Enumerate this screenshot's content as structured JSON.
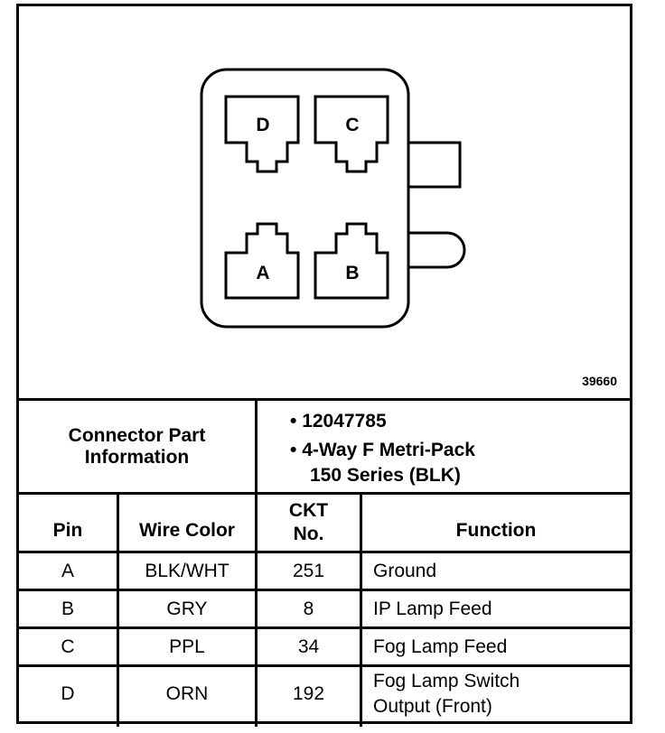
{
  "figure_number": "39660",
  "connector": {
    "pins": [
      {
        "label": "D"
      },
      {
        "label": "C"
      },
      {
        "label": "A"
      },
      {
        "label": "B"
      }
    ]
  },
  "info": {
    "header": "Connector Part Information",
    "items": [
      "12047785",
      "4-Way F Metri-Pack",
      "150 Series (BLK)"
    ]
  },
  "table": {
    "columns": [
      "Pin",
      "Wire Color",
      "CKT No.",
      "Function"
    ],
    "rows": [
      {
        "pin": "A",
        "color": "BLK/WHT",
        "ckt": "251",
        "function": "Ground"
      },
      {
        "pin": "B",
        "color": "GRY",
        "ckt": "8",
        "function": "IP Lamp Feed"
      },
      {
        "pin": "C",
        "color": "PPL",
        "ckt": "34",
        "function": "Fog Lamp Feed"
      },
      {
        "pin": "D",
        "color": "ORN",
        "ckt": "192",
        "function_line1": "Fog Lamp Switch",
        "function_line2": "Output (Front)"
      }
    ]
  }
}
